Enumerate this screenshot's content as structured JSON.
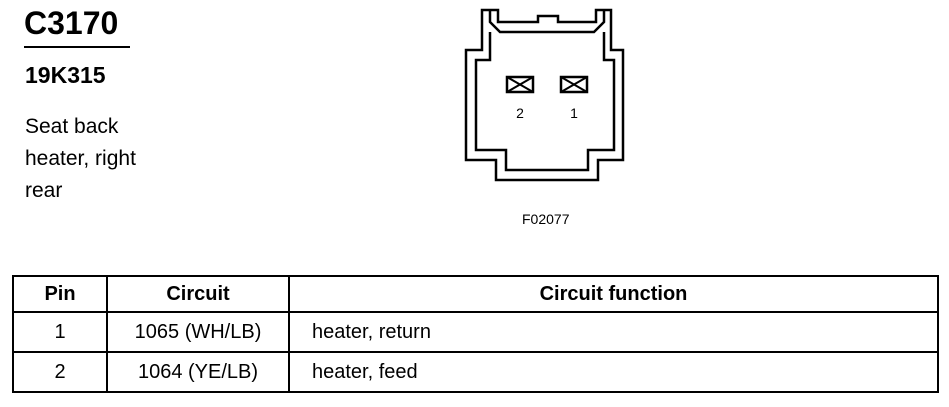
{
  "connector": {
    "id": "C3170",
    "part_number": "19K315",
    "description": "Seat back heater, right rear"
  },
  "figure": {
    "code": "F02077",
    "pin_labels": [
      "2",
      "1"
    ]
  },
  "table": {
    "headers": {
      "pin": "Pin",
      "circuit": "Circuit",
      "function": "Circuit function"
    },
    "rows": [
      {
        "pin": "1",
        "circuit": "1065 (WH/LB)",
        "function": "heater, return"
      },
      {
        "pin": "2",
        "circuit": "1064 (YE/LB)",
        "function": "heater, feed"
      }
    ]
  }
}
